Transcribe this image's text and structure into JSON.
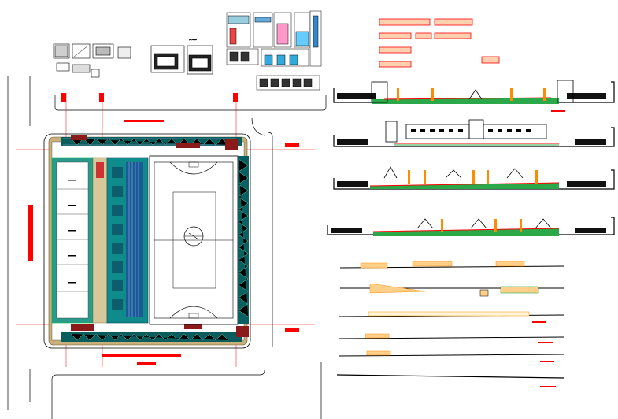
{
  "drawing": {
    "type": "cad-site-plan-sheet",
    "background": "#ffffff",
    "colors": {
      "line": "#000000",
      "section_red": "#ff0000",
      "teal": "#008080",
      "olive": "#8b8b3a",
      "tan": "#c8b48a",
      "blue": "#0000cc",
      "green": "#2aa84a",
      "orange": "#ff8c00"
    }
  },
  "site_plan": {
    "court_color": "#ffffff",
    "bleacher_color": "#0f8b8b",
    "roof_color": "#0f7f7f",
    "paving_color": "#c9b07a"
  },
  "sections": {
    "count": 4
  },
  "details": {
    "count": 6
  }
}
